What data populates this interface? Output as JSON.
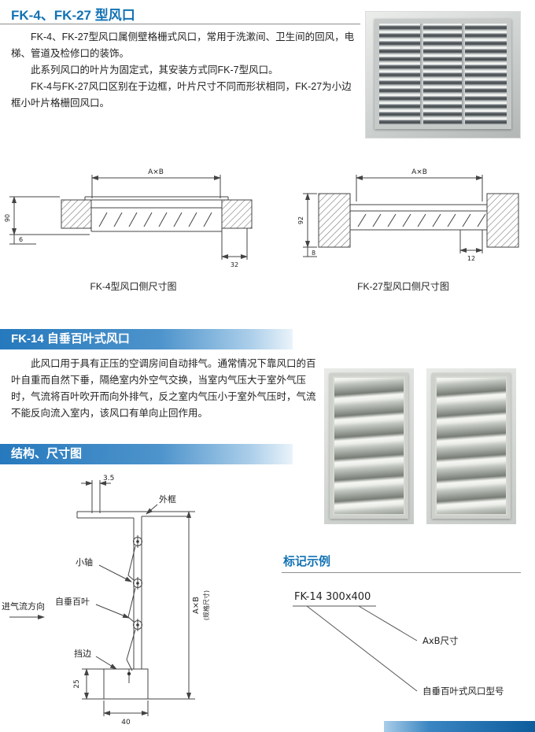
{
  "colors": {
    "accent": "#1272b4",
    "banner_start": "#2679bd",
    "banner_end": "#eaf3fa"
  },
  "section1": {
    "title": "FK-4、FK-27 型风口",
    "paragraphs": [
      "FK-4、FK-27型风口属侧壁格栅式风口，常用于洗漱间、卫生间的回风，电梯、管道及检修口的装饰。",
      "此系列风口的叶片为固定式，其安装方式同FK-7型风口。",
      "FK-4与FK-27风口区别在于边框，叶片尺寸不同而形状相同，FK-27为小边框小叶片格栅回风口。"
    ]
  },
  "drawing_fk4": {
    "dim_ab": "A×B",
    "dim_height": "90",
    "dim_small": "6",
    "dim_depth": "32",
    "caption": "FK-4型风口侧尺寸图"
  },
  "drawing_fk27": {
    "dim_ab": "A×B",
    "dim_height": "92",
    "dim_small": "8",
    "dim_depth": "12",
    "caption": "FK-27型风口侧尺寸图"
  },
  "section2": {
    "title": "FK-14 自垂百叶式风口",
    "paragraph": "此风口用于具有正压的空调房间自动排气。通常情况下靠风口的百叶自重而自然下垂，隔绝室内外空气交换，当室内气压大于室外气压时，气流将百叶吹开而向外排气，反之室内气压小于室外气压时，气流不能反向流入室内，该风口有单向止回作用。"
  },
  "section3": {
    "title": "结构、尺寸图"
  },
  "structure": {
    "dim_top": "3.5",
    "label_frame": "外框",
    "label_axis": "小轴",
    "label_louver": "自垂百叶",
    "label_airflow": "进气流方向",
    "label_edge": "挡边",
    "dim_ab": "A×B",
    "dim_ab_note": "(规格尺寸)",
    "dim_bottom_height": "25",
    "dim_bottom_width": "40"
  },
  "marking": {
    "title": "标记示例",
    "code": "FK-14 300x400",
    "label_ab": "AxB尺寸",
    "label_model": "自垂百叶式风口型号"
  }
}
